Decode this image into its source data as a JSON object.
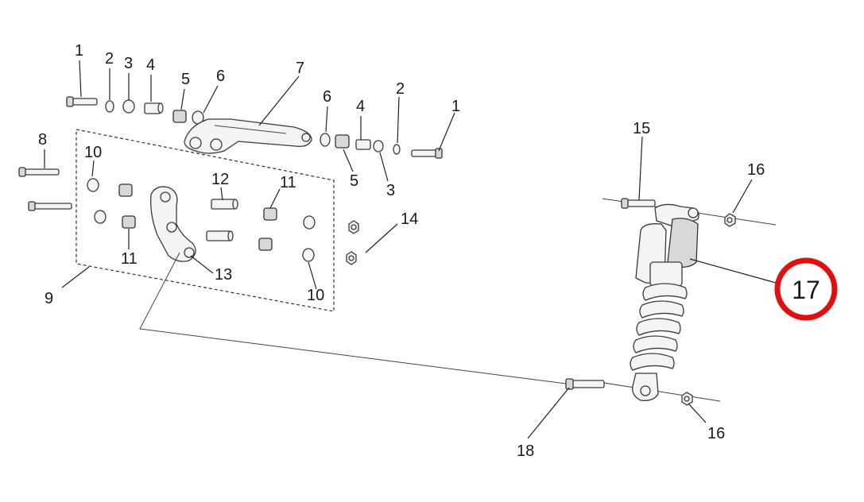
{
  "diagram": {
    "callouts": [
      {
        "id": "c1a",
        "text": "1"
      },
      {
        "id": "c2a",
        "text": "2"
      },
      {
        "id": "c3a",
        "text": "3"
      },
      {
        "id": "c4a",
        "text": "4"
      },
      {
        "id": "c5a",
        "text": "5"
      },
      {
        "id": "c6a",
        "text": "6"
      },
      {
        "id": "c7",
        "text": "7"
      },
      {
        "id": "c8",
        "text": "8"
      },
      {
        "id": "c9",
        "text": "9"
      },
      {
        "id": "c10a",
        "text": "10"
      },
      {
        "id": "c10b",
        "text": "10"
      },
      {
        "id": "c11a",
        "text": "11"
      },
      {
        "id": "c11b",
        "text": "11"
      },
      {
        "id": "c12",
        "text": "12"
      },
      {
        "id": "c13",
        "text": "13"
      },
      {
        "id": "c14",
        "text": "14"
      },
      {
        "id": "c15",
        "text": "15"
      },
      {
        "id": "c16a",
        "text": "16"
      },
      {
        "id": "c16b",
        "text": "16"
      },
      {
        "id": "c17",
        "text": "17"
      },
      {
        "id": "c18",
        "text": "18"
      },
      {
        "id": "c6b",
        "text": "6"
      },
      {
        "id": "c5b",
        "text": "5"
      },
      {
        "id": "c4b",
        "text": "4"
      },
      {
        "id": "c3b",
        "text": "3"
      },
      {
        "id": "c2b",
        "text": "2"
      },
      {
        "id": "c1b",
        "text": "1"
      }
    ],
    "highlight": {
      "callout": "17",
      "ring_color": "#e01010"
    },
    "colors": {
      "line": "#333333",
      "part_fill": "#f4f4f4",
      "background": "#ffffff"
    }
  }
}
